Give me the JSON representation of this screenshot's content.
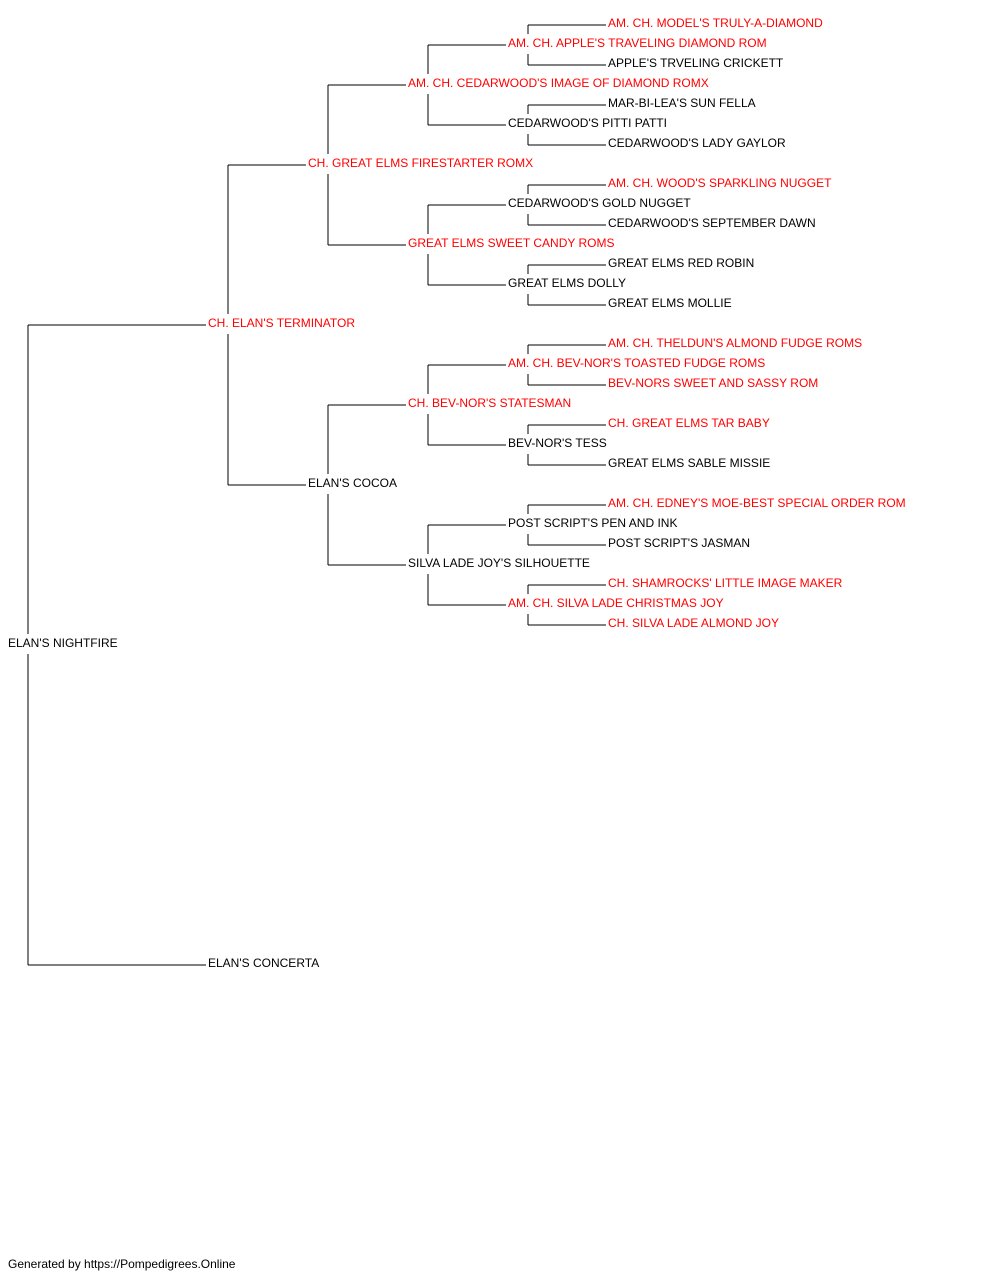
{
  "colors": {
    "champion": "#ff0000",
    "regular": "#000000",
    "line": "#000000"
  },
  "pedigree": {
    "name": "ELAN'S NIGHTFIRE",
    "champion": false,
    "sire": {
      "name": "CH. ELAN'S TERMINATOR",
      "champion": true,
      "sire": {
        "name": "CH. GREAT ELMS FIRESTARTER ROMX",
        "champion": true,
        "sire": {
          "name": "AM. CH. CEDARWOOD'S IMAGE OF DIAMOND ROMX",
          "champion": true,
          "sire": {
            "name": "AM. CH. APPLE'S TRAVELING DIAMOND ROM",
            "champion": true,
            "sire": {
              "name": "AM. CH. MODEL'S TRULY-A-DIAMOND",
              "champion": true
            },
            "dam": {
              "name": "APPLE'S TRVELING CRICKETT",
              "champion": false
            }
          },
          "dam": {
            "name": "CEDARWOOD'S PITTI PATTI",
            "champion": false,
            "sire": {
              "name": "MAR-BI-LEA'S SUN FELLA",
              "champion": false
            },
            "dam": {
              "name": "CEDARWOOD'S LADY GAYLOR",
              "champion": false
            }
          }
        },
        "dam": {
          "name": "GREAT ELMS SWEET CANDY ROMS",
          "champion": true,
          "sire": {
            "name": "CEDARWOOD'S GOLD NUGGET",
            "champion": false,
            "sire": {
              "name": "AM. CH. WOOD'S SPARKLING NUGGET",
              "champion": true
            },
            "dam": {
              "name": "CEDARWOOD'S SEPTEMBER DAWN",
              "champion": false
            }
          },
          "dam": {
            "name": "GREAT ELMS DOLLY",
            "champion": false,
            "sire": {
              "name": "GREAT ELMS RED ROBIN",
              "champion": false
            },
            "dam": {
              "name": "GREAT ELMS MOLLIE",
              "champion": false
            }
          }
        }
      },
      "dam": {
        "name": "ELAN'S COCOA",
        "champion": false,
        "sire": {
          "name": "CH. BEV-NOR'S STATESMAN",
          "champion": true,
          "sire": {
            "name": "AM. CH. BEV-NOR'S TOASTED FUDGE ROMS",
            "champion": true,
            "sire": {
              "name": "AM. CH. THELDUN'S ALMOND FUDGE ROMS",
              "champion": true
            },
            "dam": {
              "name": "BEV-NORS SWEET AND SASSY ROM",
              "champion": true
            }
          },
          "dam": {
            "name": "BEV-NOR'S TESS",
            "champion": false,
            "sire": {
              "name": "CH. GREAT ELMS TAR BABY",
              "champion": true
            },
            "dam": {
              "name": "GREAT ELMS SABLE MISSIE",
              "champion": false
            }
          }
        },
        "dam": {
          "name": "SILVA LADE JOY'S SILHOUETTE",
          "champion": false,
          "sire": {
            "name": "POST SCRIPT'S PEN AND INK",
            "champion": false,
            "sire": {
              "name": "AM. CH. EDNEY'S MOE-BEST SPECIAL ORDER ROM",
              "champion": true
            },
            "dam": {
              "name": "POST SCRIPT'S JASMAN",
              "champion": false
            }
          },
          "dam": {
            "name": "AM. CH. SILVA LADE CHRISTMAS JOY",
            "champion": true,
            "sire": {
              "name": "CH. SHAMROCKS' LITTLE IMAGE MAKER",
              "champion": true
            },
            "dam": {
              "name": "CH. SILVA LADE ALMOND JOY",
              "champion": true
            }
          }
        }
      }
    },
    "dam": {
      "name": "ELAN'S CONCERTA",
      "champion": false
    }
  },
  "footer": {
    "text": "Generated by https://Pompedigrees.Online"
  }
}
